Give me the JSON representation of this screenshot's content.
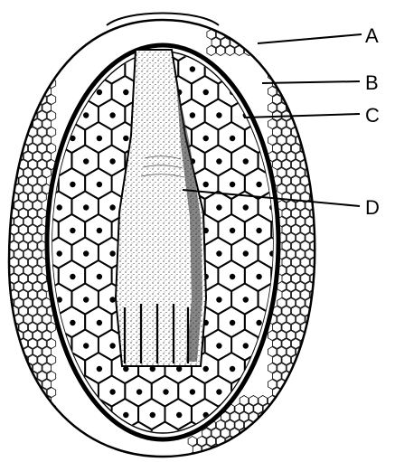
{
  "diagram": {
    "labels": [
      {
        "id": "a",
        "text": "A"
      },
      {
        "id": "b",
        "text": "B"
      },
      {
        "id": "c",
        "text": "C"
      },
      {
        "id": "d",
        "text": "D"
      }
    ]
  },
  "colors": {
    "ink": "#000000",
    "background": "#ffffff"
  }
}
